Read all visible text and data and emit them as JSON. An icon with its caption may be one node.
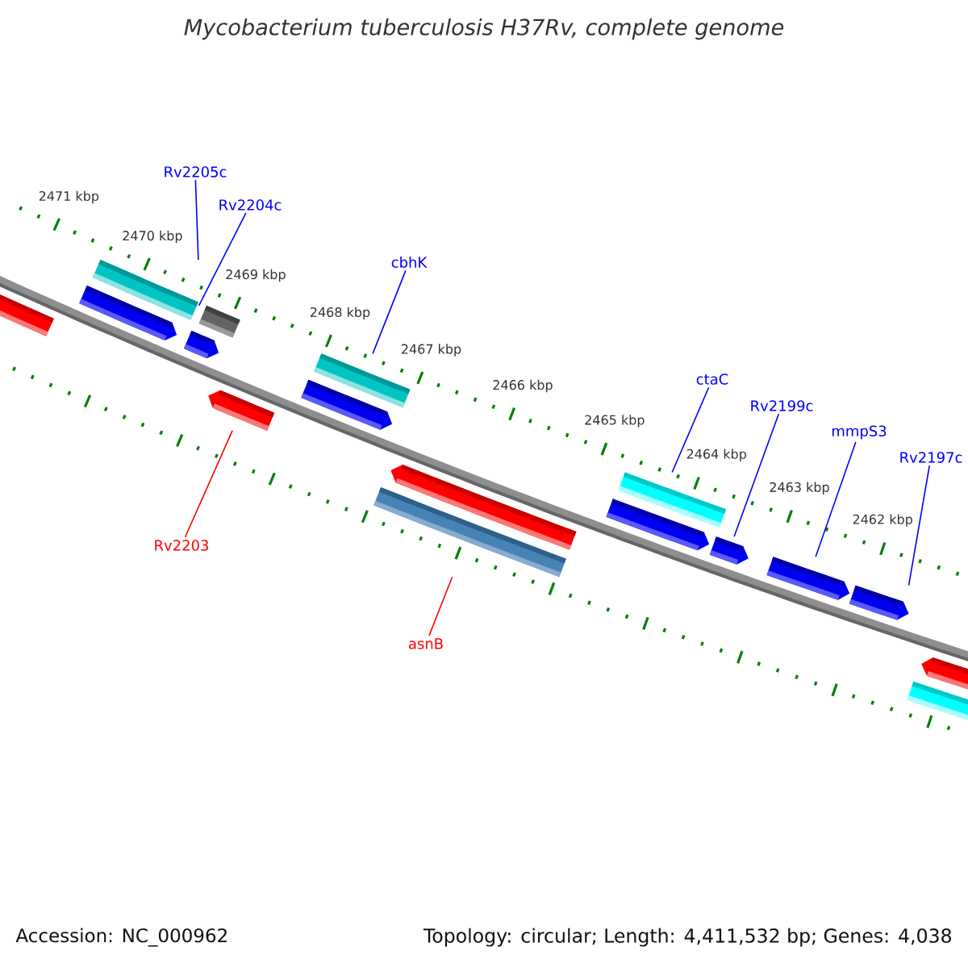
{
  "diagram": {
    "title": "Mycobacterium tuberculosis H37Rv, complete genome",
    "nodes": [
      {
        "text": [],
        "shape": "bar"
      },
      {
        "text": [
          "Rv2205c"
        ]
      },
      {
        "text": [],
        "shape": "bar"
      },
      {
        "text": [],
        "shape": "bar"
      },
      {
        "text": [
          "Rv2204c"
        ]
      },
      {
        "text": [],
        "shape": "bar"
      },
      {
        "text": [],
        "shape": "bar"
      },
      {
        "text": [
          "Rv2203"
        ]
      },
      {
        "text": [],
        "shape": "bar"
      },
      {
        "text": [
          "cbhK"
        ]
      },
      {
        "text": [],
        "shape": "bar"
      },
      {
        "text": [],
        "shape": "bar"
      },
      {
        "text": [],
        "shape": "bar"
      },
      {
        "text": [
          "asnB"
        ]
      },
      {
        "text": [],
        "shape": "bar"
      },
      {
        "text": [
          "ctaC"
        ]
      },
      {
        "text": [],
        "shape": "bar"
      },
      {
        "text": [],
        "shape": "bar"
      },
      {
        "text": [
          "Rv2199c"
        ]
      },
      {
        "text": [],
        "shape": "bar"
      },
      {
        "text": [
          "mmpS3"
        ]
      },
      {
        "text": [],
        "shape": "bar"
      },
      {
        "text": [
          "Rv2197c"
        ]
      },
      {
        "text": [],
        "shape": "bar"
      },
      {
        "text": [],
        "shape": "bar"
      },
      {
        "text": [],
        "shape": "bar"
      }
    ],
    "edges": [
      {
        "from": 1,
        "to": 2,
        "arrow": "none"
      },
      {
        "from": 4,
        "to": 5,
        "arrow": "none"
      },
      {
        "from": 7,
        "to": 8,
        "arrow": "none",
        "color": "#ff0000"
      },
      {
        "from": 9,
        "to": 10,
        "arrow": "none"
      },
      {
        "from": 13,
        "to": 14,
        "arrow": "none",
        "color": "#ff0000"
      },
      {
        "from": 15,
        "to": 16,
        "arrow": "none"
      },
      {
        "from": 18,
        "to": 19,
        "arrow": "none"
      },
      {
        "from": 20,
        "to": 21,
        "arrow": "none"
      },
      {
        "from": 22,
        "to": 23,
        "arrow": "none"
      }
    ],
    "labels": [
      "2471 kbp",
      "2470 kbp",
      "2469 kbp",
      "2468 kbp",
      "2467 kbp",
      "2466 kbp",
      "2465 kbp",
      "2464 kbp",
      "2463 kbp",
      "2462 kbp",
      "Accession: NC_000962",
      "Topology: circular; Length: 4,411,532 bp; Genes: 4,038"
    ]
  }
}
